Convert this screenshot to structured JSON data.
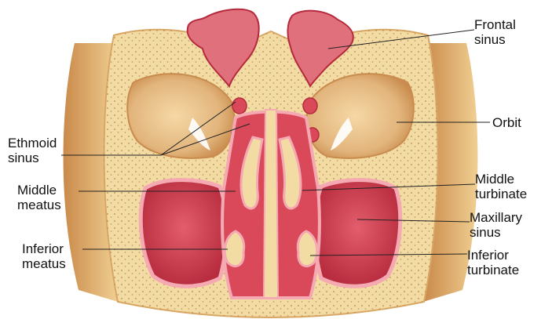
{
  "labels": {
    "frontal_sinus": [
      "Frontal",
      "sinus"
    ],
    "orbit": [
      "Orbit"
    ],
    "ethmoid_sinus": [
      "Ethmoid",
      "sinus"
    ],
    "middle_meatus": [
      "Middle",
      "meatus"
    ],
    "middle_turbinate": [
      "Middle",
      "turbinate"
    ],
    "maxillary_sinus": [
      "Maxillary",
      "sinus"
    ],
    "inferior_meatus": [
      "Inferior",
      "meatus"
    ],
    "inferior_turbinate": [
      "Inferior",
      "turbinate"
    ]
  },
  "colors": {
    "bone": "#f3dba4",
    "bone_dark": "#d9a764",
    "sinus_fill": "#d9495a",
    "sinus_dark": "#b52a3c",
    "mucosa": "#f4a9b3",
    "orbit": "#e2b57c",
    "leader_line": "#222222"
  }
}
